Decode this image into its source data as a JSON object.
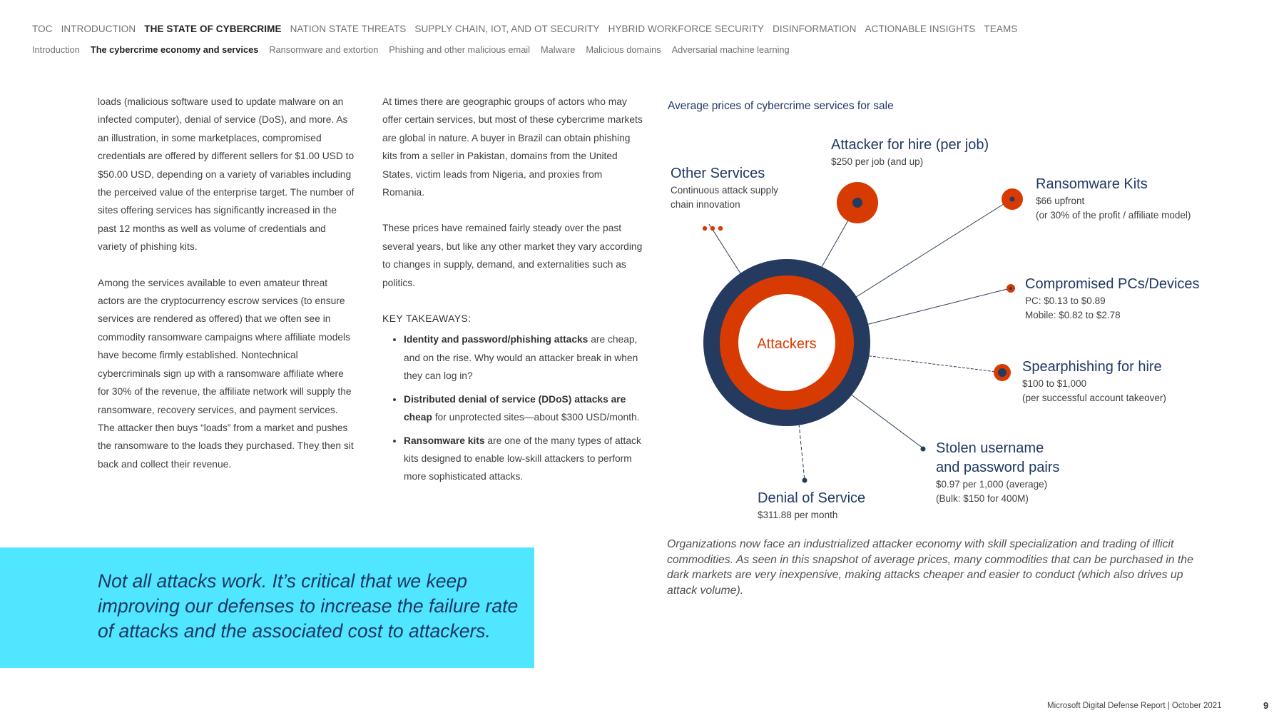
{
  "nav": {
    "primary": [
      "TOC",
      "INTRODUCTION",
      "THE STATE OF CYBERCRIME",
      "NATION STATE THREATS",
      "SUPPLY CHAIN, IOT, AND OT SECURITY",
      "HYBRID WORKFORCE SECURITY",
      "DISINFORMATION",
      "ACTIONABLE INSIGHTS",
      "TEAMS"
    ],
    "secondary": [
      "Introduction",
      "The cybercrime economy and services",
      "Ransomware and extortion",
      "Phishing and other malicious email",
      "Malware",
      "Malicious domains",
      "Adversarial machine learning"
    ]
  },
  "col1": {
    "p1": "loads (malicious software used to update malware on an infected computer), denial of service (DoS), and more. As an illustration, in some marketplaces, compromised credentials are offered by different sellers for $1.00 USD to $50.00 USD, depending on a variety of variables including the perceived value of the enterprise target. The number of sites offering services has significantly increased in the past 12 months as well as volume of credentials and variety of phishing kits.",
    "p2": "Among the services available to even amateur threat actors are the cryptocurrency escrow services (to ensure services are rendered as offered) that we often see in commodity ransomware campaigns where affiliate models have become firmly established. Nontechnical cybercriminals sign up with a ransomware affiliate where for 30% of the revenue, the affiliate network will supply the ransomware, recovery services, and payment services. The attacker then buys “loads” from a market and pushes the ransomware to the loads they purchased. They then sit back and collect their revenue."
  },
  "col2": {
    "p1": "At times there are geographic groups of actors who may offer certain services, but most of these cybercrime markets are global in nature. A buyer in Brazil can obtain phishing kits from a seller in Pakistan, domains from the United States, victim leads from Nigeria, and proxies from Romania.",
    "p2": "These prices have remained fairly steady over the past several years, but like any other market they vary according to changes in supply, demand, and externalities such as politics.",
    "takeaways_heading": "KEY TAKEAWAYS:",
    "takeaways": [
      {
        "bold": "Identity and password/phishing attacks",
        "rest": " are cheap, and on the rise. Why would an attacker break in when they can log in?"
      },
      {
        "bold": "Distributed denial of service (DDoS) attacks are cheap",
        "rest": " for unprotected sites—about $300 USD/month."
      },
      {
        "bold": "Ransomware kits",
        "rest": " are one of the many types of attack kits designed to enable low-skill attackers to perform more sophisticated attacks."
      }
    ]
  },
  "quote": "Not all attacks work. It’s critical that we keep improving our defenses to increase the failure rate of attacks and the associated cost to attackers.",
  "diagram": {
    "title": "Average prices of cybercrime services for sale",
    "center_label": "Attackers",
    "colors": {
      "navy": "#243a5e",
      "orange": "#d83b01",
      "text_navy": "#1f3864"
    },
    "nodes": [
      {
        "title": "Other Services",
        "lines": [
          "Continuous attack supply",
          "chain innovation"
        ],
        "icon": "ellipsis-icon"
      },
      {
        "title": "Attacker for hire (per job)",
        "lines": [
          "$250 per job (and up)"
        ]
      },
      {
        "title": "Ransomware Kits",
        "lines": [
          "$66 upfront",
          "(or 30% of the profit / affiliate model)"
        ]
      },
      {
        "title": "Compromised PCs/Devices",
        "lines": [
          "PC: $0.13 to $0.89",
          "Mobile: $0.82 to $2.78"
        ]
      },
      {
        "title": "Spearphishing for hire",
        "lines": [
          "$100 to $1,000",
          "(per successful account takeover)"
        ]
      },
      {
        "title_lines": [
          "Stolen username",
          "and password pairs"
        ],
        "lines": [
          "$0.97 per 1,000 (average)",
          "(Bulk: $150 for 400M)"
        ]
      },
      {
        "title": "Denial of Service",
        "lines": [
          "$311.88 per month"
        ]
      }
    ],
    "caption": "Organizations now face an industrialized attacker economy with skill specialization and trading of illicit commodities. As seen in this snapshot of average prices, many commodities that can be purchased in the dark markets are very inexpensive, making attacks cheaper and easier to conduct (which also drives up attack volume)."
  },
  "footer": {
    "text": "Microsoft Digital Defense Report  |  October 2021",
    "page": "9"
  }
}
